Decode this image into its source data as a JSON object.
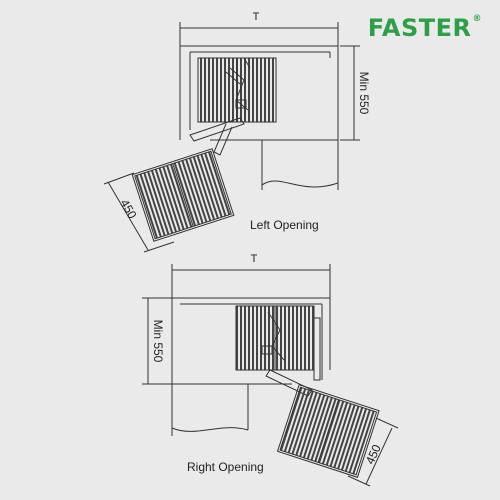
{
  "brand": {
    "name": "FASTER",
    "mark": "®",
    "color": "#2f9e49"
  },
  "diagrams": [
    {
      "caption": "Left Opening",
      "width_label": "T",
      "depth_label": "Min 550",
      "basket_label": "450"
    },
    {
      "caption": "Right Opening",
      "width_label": "T",
      "depth_label": "Min 550",
      "basket_label": "450"
    }
  ],
  "colors": {
    "background": "#eaeaea",
    "line": "#333333"
  }
}
